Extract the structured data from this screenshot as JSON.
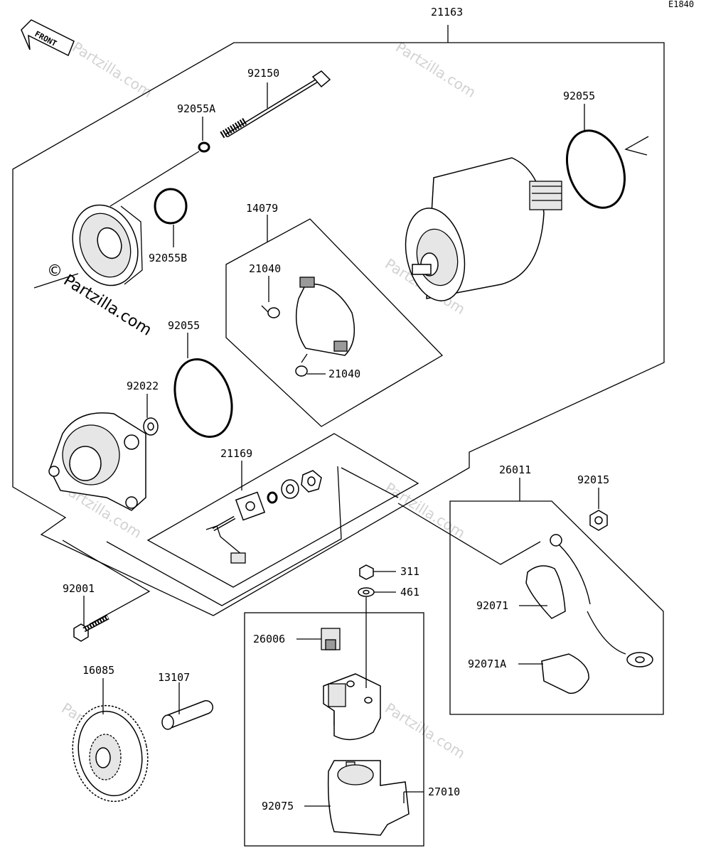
{
  "diagram": {
    "code": "E1840",
    "front_label": "FRONT",
    "watermark": "Partzilla.com",
    "watermark_symbol": "©",
    "labels": {
      "p21163": "21163",
      "p92150": "92150",
      "p92055A": "92055A",
      "p92055_top": "92055",
      "p92055B": "92055B",
      "p14079": "14079",
      "p21040_a": "21040",
      "p21040_b": "21040",
      "p92055_mid": "92055",
      "p92022": "92022",
      "p21169": "21169",
      "p26011": "26011",
      "p92015": "92015",
      "p311": "311",
      "p461": "461",
      "p92071": "92071",
      "p92001": "92001",
      "p26006": "26006",
      "p92071A": "92071A",
      "p16085": "16085",
      "p13107": "13107",
      "p27010": "27010",
      "p92075": "92075"
    }
  }
}
